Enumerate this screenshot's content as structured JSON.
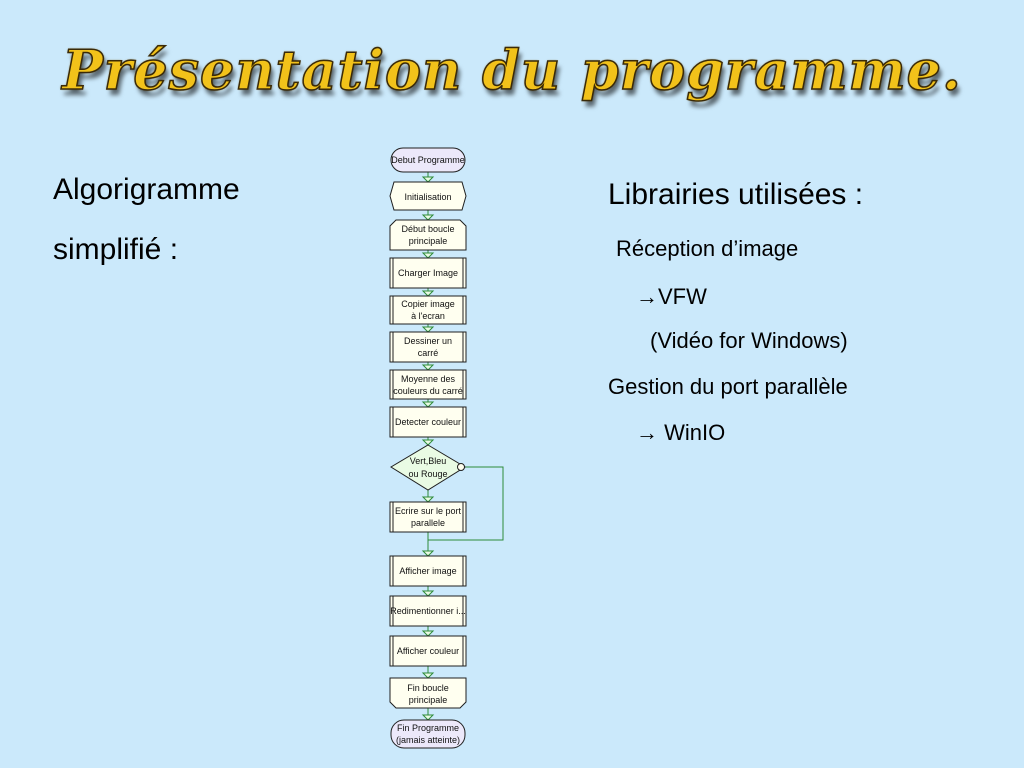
{
  "title": "Présentation du programme.",
  "left": {
    "line1": "Algorigramme",
    "line2": "simplifié :"
  },
  "right": {
    "heading": "Librairies utilisées :",
    "reception": "Réception d’image",
    "vfw": "VFW",
    "vfw_full": "(Vidéo for Windows)",
    "gestion": "Gestion du port parallèle",
    "winio": "WinIO"
  },
  "flowchart": {
    "start": [
      "Debut Programme"
    ],
    "init": [
      "Initialisation"
    ],
    "loop_start": [
      "Début boucle",
      "principale"
    ],
    "load": [
      "Charger Image"
    ],
    "copy": [
      "Copier image",
      "à l'ecran"
    ],
    "draw": [
      "Dessiner un",
      "carré"
    ],
    "average": [
      "Moyenne des",
      "couleurs du carré"
    ],
    "detect": [
      "Detecter couleur"
    ],
    "decision": [
      "Vert,Bleu",
      "ou Rouge"
    ],
    "write": [
      "Ecrire sur le port",
      "parallele"
    ],
    "show_img": [
      "Afficher image"
    ],
    "resize": [
      "Redimentionner i..."
    ],
    "show_color": [
      "Afficher couleur"
    ],
    "loop_end": [
      "Fin boucle",
      "principale"
    ],
    "end": [
      "Fin Programme",
      "(jamais atteinte)"
    ]
  },
  "colors": {
    "background": "#cbe9fb",
    "node_fill": "#fffff0",
    "node_stroke": "#1f1f1f",
    "connector": "#2e8b3a",
    "start_end_fill": "#ece8fa",
    "decision_fill": "#e9fbe4"
  }
}
